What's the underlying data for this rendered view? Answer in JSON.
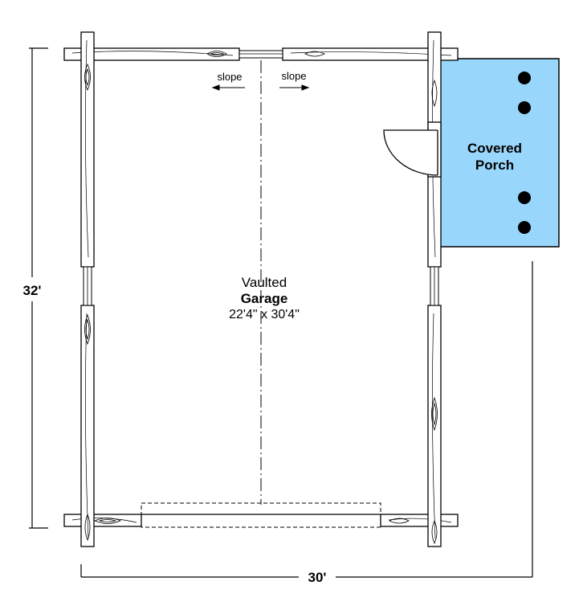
{
  "garage": {
    "line1": "Vaulted",
    "line2": "Garage",
    "dimensions": "22'4\" x 30'4\""
  },
  "slope": {
    "left": "slope",
    "right": "slope"
  },
  "porch": {
    "line1": "Covered",
    "line2": "Porch",
    "post_count": 4
  },
  "dimensions": {
    "height": "32'",
    "width": "30'"
  },
  "colors": {
    "porch_fill": "#99d6fb",
    "line": "#000000",
    "wood": "#ffffff"
  }
}
